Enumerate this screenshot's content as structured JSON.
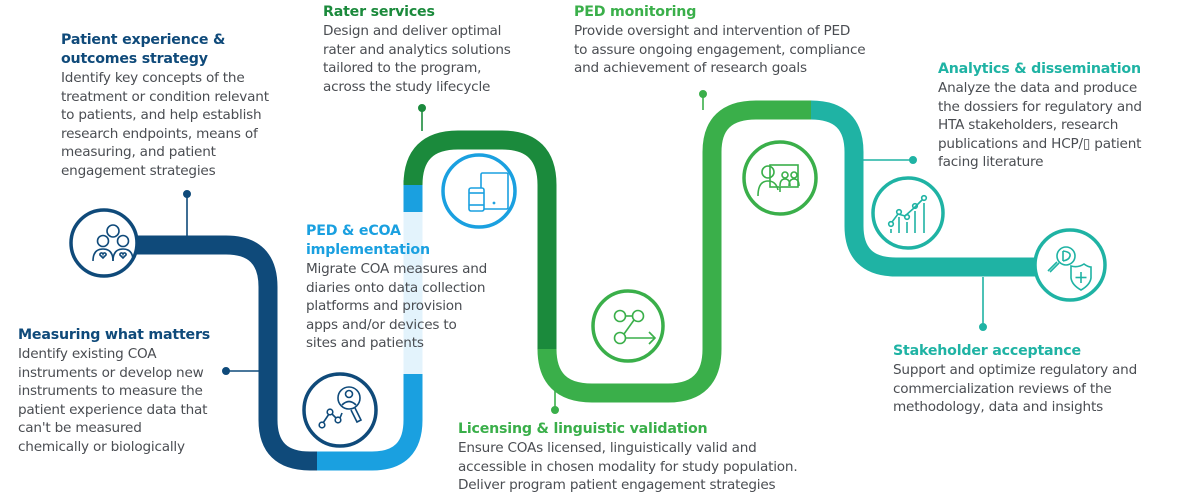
{
  "colors": {
    "navy": "#0f4a7a",
    "blue": "#1aa0e0",
    "light_blue": "#e3f3fc",
    "dark_green": "#1b8a3c",
    "green": "#3aaf4a",
    "teal": "#1fb3a4",
    "body_text": "#4a4d52"
  },
  "steps": [
    {
      "id": "patient-experience",
      "title": "Patient experience & outcomes strategy",
      "title_lines": [
        "Patient experience &",
        "outcomes strategy"
      ],
      "description_lines": [
        "Identify key concepts of the",
        "treatment or condition relevant",
        "to patients, and help establish",
        "research endpoints, means of",
        "measuring, and patient",
        "engagement strategies"
      ],
      "icon": "family-hearts-icon"
    },
    {
      "id": "measuring-what-matters",
      "title": "Measuring what matters",
      "title_lines": [
        "Measuring what matters"
      ],
      "description_lines": [
        "Identify existing COA",
        "instruments or develop new",
        "instruments to measure the",
        "patient experience data that",
        "can't be measured",
        "chemically or biologically"
      ],
      "icon": "magnifier-person-chart-icon"
    },
    {
      "id": "ped-ecoa",
      "title": "PED & eCOA implementation",
      "title_lines": [
        "PED & eCOA",
        "implementation"
      ],
      "description_lines": [
        "Migrate COA measures and",
        "diaries onto data collection",
        "platforms and provision",
        "apps and/or devices to",
        "sites and patients"
      ],
      "icon": "phone-tablet-icon"
    },
    {
      "id": "rater-services",
      "title": "Rater services",
      "title_lines": [
        "Rater services"
      ],
      "description_lines": [
        "Design and deliver optimal",
        "rater and analytics solutions",
        "tailored to the program,",
        "across the study lifecycle"
      ]
    },
    {
      "id": "licensing",
      "title": "Licensing & linguistic validation",
      "title_lines": [
        "Licensing & linguistic validation"
      ],
      "description_lines": [
        "Ensure COAs licensed, linguistically valid and",
        "accessible in chosen modality for study population.",
        "Deliver program patient engagement strategies"
      ],
      "icon": "workflow-arrow-icon"
    },
    {
      "id": "ped-monitoring",
      "title": "PED monitoring",
      "title_lines": [
        "PED monitoring"
      ],
      "description_lines": [
        "Provide oversight and intervention of PED",
        "to assure ongoing engagement, compliance",
        "and achievement of research goals"
      ],
      "icon": "presentation-group-icon"
    },
    {
      "id": "analytics",
      "title": "Analytics & dissemination",
      "title_lines": [
        "Analytics & dissemination"
      ],
      "description_lines": [
        "Analyze the data and produce",
        "the dossiers for regulatory and",
        "HTA stakeholders, research",
        "publications and HCP/▯ patient",
        "facing literature"
      ],
      "icon": "growth-chart-icon"
    },
    {
      "id": "stakeholder",
      "title": "Stakeholder acceptance",
      "title_lines": [
        "Stakeholder acceptance"
      ],
      "description_lines": [
        "Support and optimize regulatory and",
        "commercialization reviews of the",
        "methodology, data and insights"
      ],
      "icon": "magnifier-shield-icon"
    }
  ]
}
